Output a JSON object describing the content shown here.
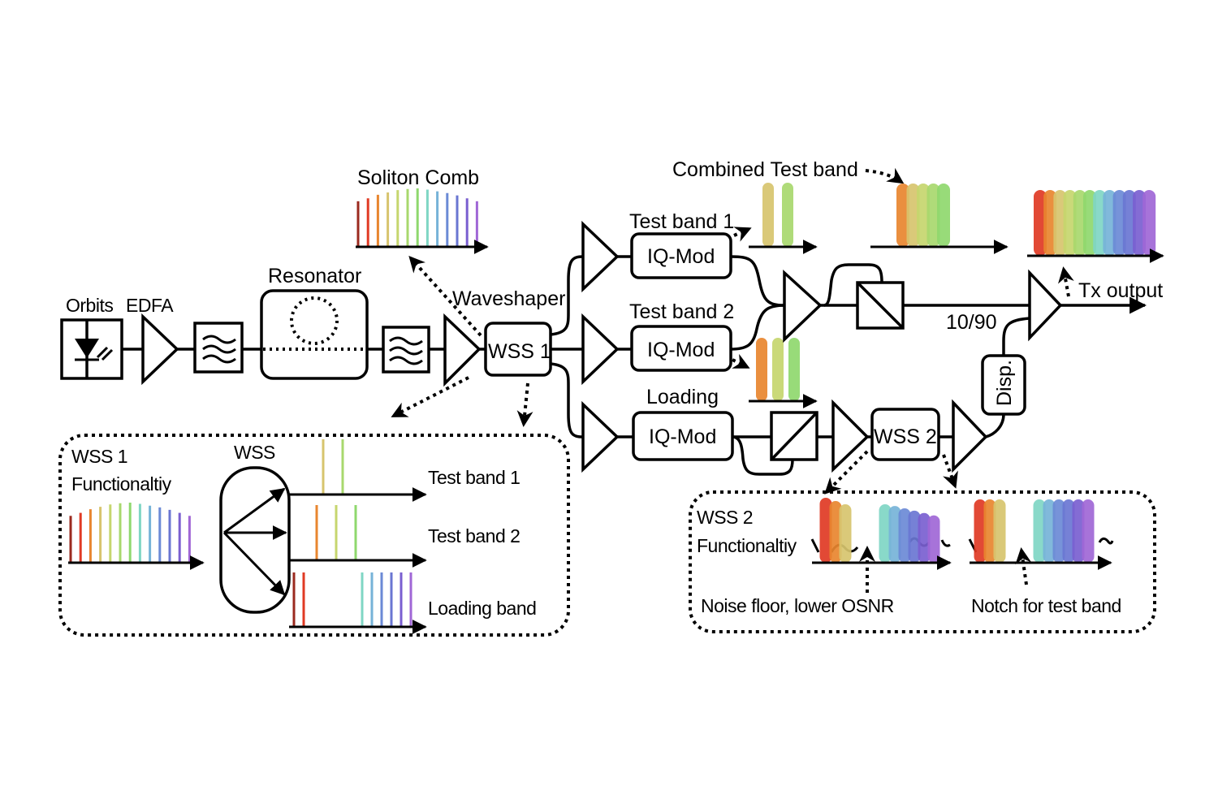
{
  "labels": {
    "orbits": "Orbits",
    "edfa": "EDFA",
    "resonator": "Resonator",
    "soliton_comb": "Soliton Comb",
    "waveshaper": "Waveshaper",
    "wss1": "WSS 1",
    "test_band_1": "Test band 1",
    "test_band_2": "Test band 2",
    "loading": "Loading",
    "iq_mod": "IQ-Mod",
    "combined_test_band": "Combined Test band",
    "split_ratio": "10/90",
    "tx_output": "Tx output",
    "disp": "Disp.",
    "wss2": "WSS 2"
  },
  "wss1_panel": {
    "title_line1": "WSS 1",
    "title_line2": "Functionaltiy",
    "wss_label": "WSS",
    "outputs": [
      "Test band 1",
      "Test band 2",
      "Loading band"
    ]
  },
  "wss2_panel": {
    "title_line1": "WSS 2",
    "title_line2": "Functionaltiy",
    "annotation_left": "Noise floor, lower OSNR",
    "annotation_right": "Notch for test band"
  },
  "colors": {
    "comb": [
      "#9b2a1f",
      "#e03a24",
      "#e8862f",
      "#d7c46e",
      "#c6d66e",
      "#a8d86e",
      "#8fd86e",
      "#7fd6c4",
      "#76b3d8",
      "#6b8ad6",
      "#6a76d2",
      "#7a5fd0",
      "#a067d6"
    ],
    "band": [
      "#e03a24",
      "#e8862f",
      "#d7c46e",
      "#c6d66e",
      "#a8d86e",
      "#8fd86e",
      "#7fd6c4",
      "#76b3d8",
      "#6b8ad6",
      "#6a76d2",
      "#7a5fd0",
      "#a067d6"
    ]
  },
  "spectra": {
    "soliton_comb_heights": [
      0.78,
      0.83,
      0.89,
      0.93,
      0.97,
      0.99,
      1.0,
      0.98,
      0.95,
      0.92,
      0.88,
      0.83,
      0.78
    ],
    "wss1_input_heights": [
      0.78,
      0.83,
      0.89,
      0.93,
      0.97,
      0.99,
      1.0,
      0.98,
      0.95,
      0.92,
      0.88,
      0.83,
      0.78
    ],
    "wss1_test1_channels": [
      3,
      5
    ],
    "wss1_test2_channels": [
      2,
      4,
      6
    ],
    "wss1_loading_channels": [
      0,
      1,
      7,
      8,
      9,
      10,
      11,
      12
    ],
    "test_band_1_channels": [
      3,
      5
    ],
    "test_band_2_channels": [
      2,
      4,
      6
    ],
    "combined_test_band_channels": [
      2,
      3,
      4,
      5,
      6
    ],
    "tx_output_channels": [
      0,
      1,
      2,
      3,
      4,
      5,
      6,
      7,
      8,
      9,
      10,
      11
    ],
    "wss2_left_low": [
      0,
      1,
      2
    ],
    "wss2_left_high_heights": [
      1.0,
      0.97,
      0.93,
      0.89,
      0.85,
      0.81
    ],
    "wss2_right_low": [
      0,
      1,
      2
    ],
    "wss2_right_high": [
      6,
      7,
      8,
      9,
      10,
      11
    ]
  }
}
